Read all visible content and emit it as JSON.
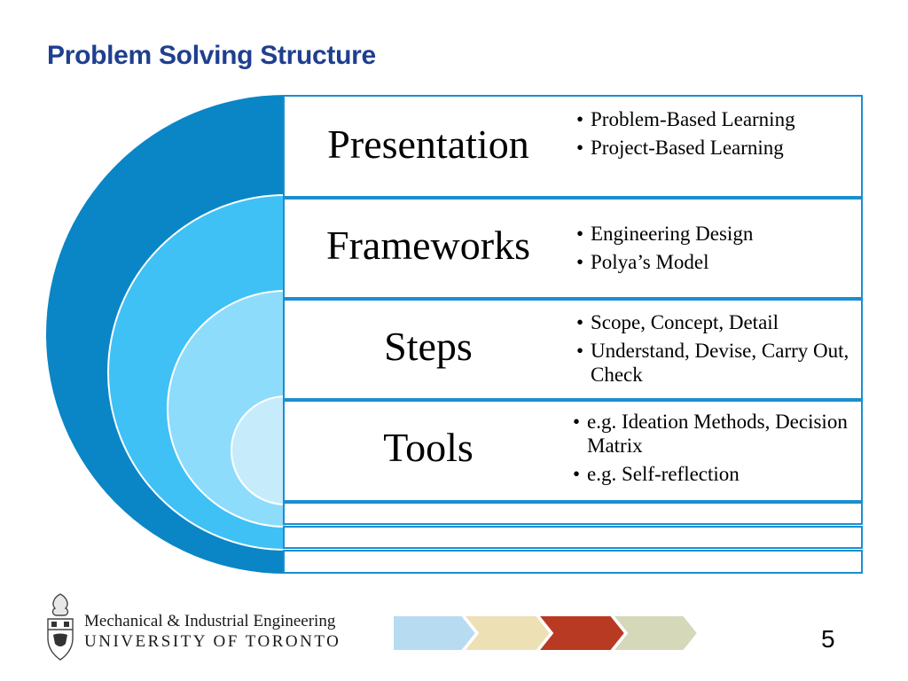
{
  "slide": {
    "title": "Problem Solving Structure",
    "page_number": "5"
  },
  "diagram": {
    "rows": [
      {
        "label": "Presentation",
        "bullets": [
          "Problem-Based Learning",
          "Project-Based Learning"
        ]
      },
      {
        "label": "Frameworks",
        "bullets": [
          "Engineering Design",
          "Polya’s Model"
        ]
      },
      {
        "label": "Steps",
        "bullets": [
          "Scope, Concept, Detail",
          "Understand, Devise, Carry Out, Check"
        ]
      },
      {
        "label": "Tools",
        "bullets": [
          "e.g. Ideation Methods, Decision Matrix",
          "e.g. Self-reflection"
        ]
      }
    ],
    "empty_rows": 3,
    "colors": {
      "outer_ring": "#0a86c6",
      "ring_2": "#3fc1f5",
      "ring_3": "#8edcfb",
      "inner_circle": "#c6ecfc",
      "border": "#1a8fcf"
    }
  },
  "footer": {
    "department": "Mechanical & Industrial Engineering",
    "university": "UNIVERSITY OF TORONTO",
    "crest_icon": "university-crest-icon",
    "chevron_colors": [
      "#b7dcf1",
      "#ede0b4",
      "#b83a22",
      "#d5d8b9"
    ]
  }
}
